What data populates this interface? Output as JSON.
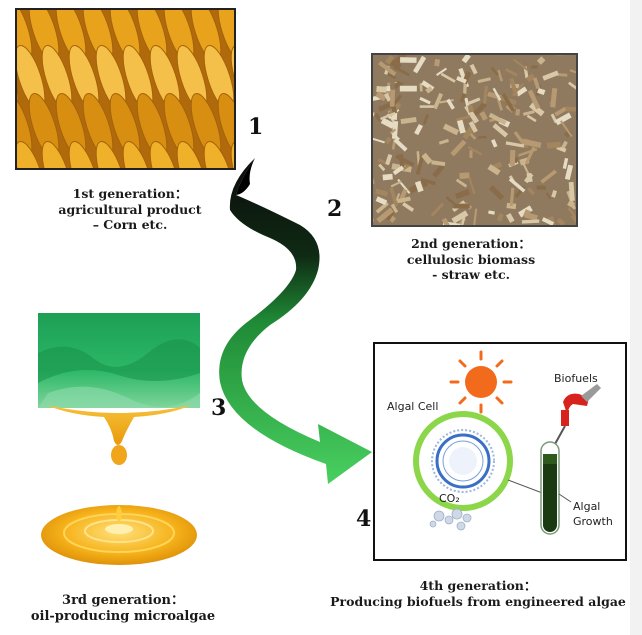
{
  "steps": [
    "1",
    "2",
    "3",
    "4"
  ],
  "gen1": {
    "line1": "1st generation：",
    "line2": "agricultural product",
    "line3": "– Corn etc."
  },
  "gen2": {
    "line1": "2nd generation：",
    "line2": "cellulosic biomass",
    "line3": "-  straw etc."
  },
  "gen3": {
    "line1": "3rd generation：",
    "line2": "oil-producing microalgae"
  },
  "gen4": {
    "line1": "4th generation：",
    "line2": "Producing biofuels from engineered algae"
  },
  "panel4": {
    "algal_cell": "Algal Cell",
    "biofuels": "Biofuels",
    "co2": "CO₂",
    "algal_growth_1": "Algal",
    "algal_growth_2": "Growth"
  },
  "colors": {
    "arrow_dark": "#0b0b0b",
    "arrow_green": "#2dbd4a",
    "sun": "#f26b1d",
    "cell_ring": "#8cd64a",
    "corn": "#e8a21c",
    "algae_green": "#2fae5a",
    "oil": "#f6b21a"
  }
}
